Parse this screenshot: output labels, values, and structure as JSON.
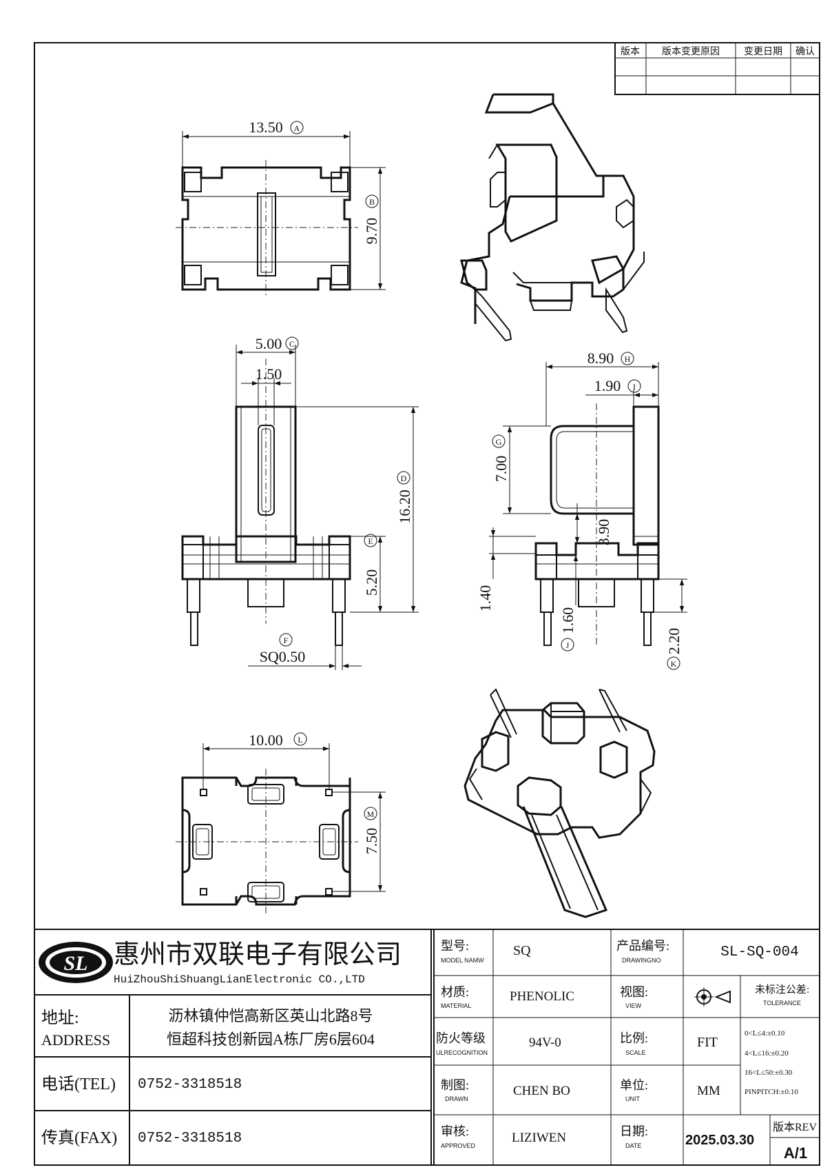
{
  "revision_table": {
    "headers": [
      "版本",
      "版本变更原因",
      "变更日期",
      "确认"
    ]
  },
  "dimensions": {
    "top": {
      "width": "13.50",
      "width_tag": "A",
      "height": "9.70",
      "height_tag": "B"
    },
    "front": {
      "width": "5.00",
      "width_tag": "C",
      "slot": "1.50",
      "height": "16.20",
      "height_tag": "D",
      "lower_height": "5.20",
      "lower_tag": "E",
      "pin": "SQ0.50",
      "pin_tag": "F"
    },
    "side": {
      "width": "8.90",
      "width_tag": "H",
      "flange": "1.90",
      "flange_tag": "I",
      "window": "7.00",
      "window_tag": "G",
      "gap": "3.90",
      "base": "1.40",
      "pin_len": "1.60",
      "pin_tag": "J",
      "pin_gap": "2.20",
      "pin_gap_tag": "K"
    },
    "bottom": {
      "pitch": "10.00",
      "pitch_tag": "L",
      "row": "7.50",
      "row_tag": "M"
    }
  },
  "title_block": {
    "company_cn": "惠州市双联电子有限公司",
    "company_en": "HuiZhouShiShuangLianElectronic CO.,LTD",
    "address_label_cn": "地址:",
    "address_label_en": "ADDRESS",
    "address_line1": "沥林镇仲恺高新区英山北路8号",
    "address_line2": "恒超科技创新园A栋厂房6层604",
    "tel_label": "电话(TEL)",
    "tel": "0752-3318518",
    "fax_label": "传真(FAX)",
    "fax": "0752-3318518",
    "model_label": "型号:",
    "model_label_en": "MODEL NAMW",
    "model": "SQ",
    "drawing_label": "产品编号:",
    "drawing_label_en": "DRAWINGNO",
    "drawing_no": "SL-SQ-004",
    "material_label": "材质:",
    "material_label_en": "MATERIAL",
    "material": "PHENOLIC",
    "view_label": "视图:",
    "view_label_en": "VIEW",
    "tolerance_label": "未标注公差:",
    "tolerance_label_en": "TOLERANCE",
    "tolerances": [
      "0<L≤4:±0.10",
      "4<L≤16:±0.20",
      "16<L≤50:±0.30",
      "PINPITCH:±0.10"
    ],
    "fire_label": "防火等级",
    "fire_label_en": "ULRECOGNITION",
    "fire": "94V-0",
    "scale_label": "比例:",
    "scale_label_en": "SCALE",
    "scale": "FIT",
    "drawn_label": "制图:",
    "drawn_label_en": "DRAWN",
    "drawn": "CHEN BO",
    "unit_label": "单位:",
    "unit_label_en": "UNIT",
    "unit": "MM",
    "approved_label": "审核:",
    "approved_label_en": "APPROVED",
    "approved": "LIZIWEN",
    "date_label": "日期:",
    "date_label_en": "DATE",
    "date": "2025.03.30",
    "rev_label": "版本REV",
    "rev": "A/1",
    "logo_text": "SL"
  },
  "icons": [
    "view-projection-icon",
    "company-logo"
  ]
}
